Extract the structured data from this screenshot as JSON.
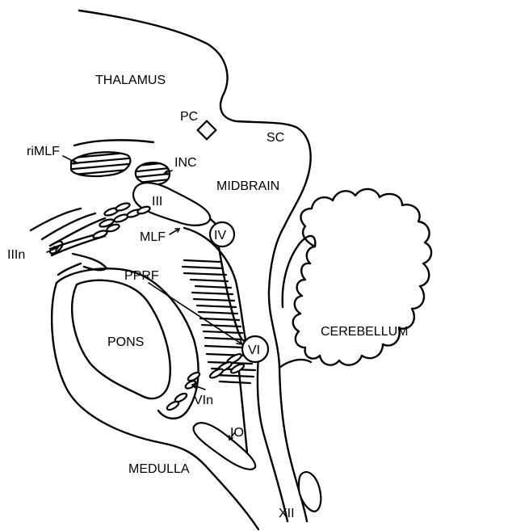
{
  "labels": {
    "thalamus": "THALAMUS",
    "pc": "PC",
    "sc": "SC",
    "rimlf": "riMLF",
    "inc": "INC",
    "midbrain": "MIDBRAIN",
    "iii": "III",
    "iv": "IV",
    "mlf": "MLF",
    "iiin": "IIIn",
    "pprf": "PPRF",
    "pons": "PONS",
    "vi": "VI",
    "cerebellum": "CEREBELLUM",
    "vin": "VIn",
    "io": "IO",
    "medulla": "MEDULLA",
    "xii": "XII"
  }
}
